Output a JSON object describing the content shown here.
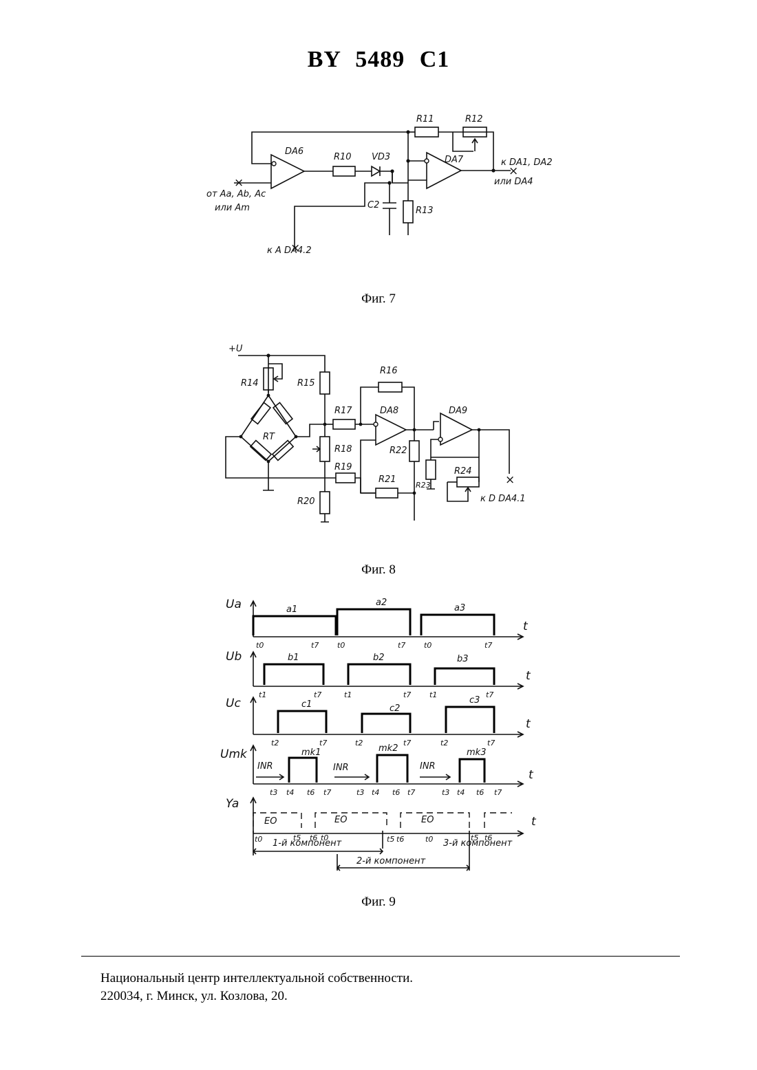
{
  "header": {
    "doc_number": "BY  5489  C1"
  },
  "fig7": {
    "caption": "Фиг. 7",
    "labels": {
      "r11": "R11",
      "r12": "R12",
      "da6": "DA6",
      "r10": "R10",
      "vd3": "VD3",
      "da7": "DA7",
      "out_top": "к DA1, DA2",
      "out_bot": "или DA4",
      "in_top": "от  Aa, Ab, Ac",
      "in_bot": "или  Am",
      "c2": "C2",
      "r13": "R13",
      "bottom": "к A DA4.2"
    }
  },
  "fig8": {
    "caption": "Фиг. 8",
    "labels": {
      "supply": "+U",
      "r14": "R14",
      "r15": "R15",
      "r16": "R16",
      "r17": "R17",
      "da8": "DA8",
      "da9": "DA9",
      "rt": "RT",
      "r18": "R18",
      "r22": "R22",
      "r19": "R19",
      "r24": "R24",
      "r21": "R21",
      "r23": "R23",
      "r20": "R20",
      "out": "к D DA4.1"
    }
  },
  "fig9": {
    "caption": "Фиг. 9",
    "axes": {
      "ua": "Ua",
      "ub": "Ub",
      "uc": "Uc",
      "umk": "Umk",
      "ya": "Ya",
      "t": "t"
    },
    "pulses": {
      "a": [
        "a1",
        "a2",
        "a3"
      ],
      "b": [
        "b1",
        "b2",
        "b3"
      ],
      "c": [
        "c1",
        "c2",
        "c3"
      ],
      "mk": [
        "mk1",
        "mk2",
        "mk3"
      ]
    },
    "times": {
      "ua": [
        "t0",
        "t7",
        "t0",
        "t7",
        "t0",
        "t7"
      ],
      "ub": [
        "t1",
        "t7",
        "t1",
        "t7",
        "t1",
        "t7"
      ],
      "uc": [
        "t2",
        "t7",
        "t2",
        "t7",
        "t2",
        "t7"
      ],
      "umk": [
        "t3",
        "t4",
        "t6",
        "t7",
        "t3",
        "t4",
        "t6",
        "t7",
        "t3",
        "t4",
        "t6",
        "t7"
      ]
    },
    "inr": "INR",
    "eo": "EO",
    "component_1": "1-й компонент",
    "component_2": "2-й компонент",
    "component_3": "3-й компонент",
    "ya_times": [
      "t0",
      "t5",
      "t6",
      "t0",
      "t5",
      "t6",
      "t0",
      "t5",
      "t6"
    ]
  },
  "footer": {
    "line1": "Национальный центр интеллектуальной собственности.",
    "line2": "220034, г. Минск, ул. Козлова, 20."
  }
}
